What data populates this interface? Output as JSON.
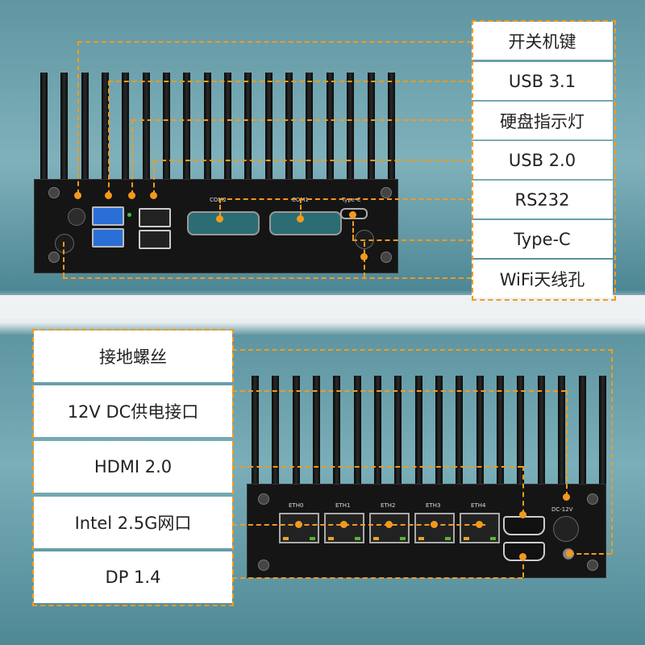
{
  "top_labels": [
    "开关机键",
    "USB 3.1",
    "硬盘指示灯",
    "USB 2.0",
    "RS232",
    "Type-C",
    "WiFi天线孔"
  ],
  "bottom_labels": [
    "接地螺丝",
    "12V DC供电接口",
    "HDMI 2.0",
    "Intel 2.5G网口",
    "DP 1.4"
  ],
  "front_panel": {
    "com_ports": [
      "COM2",
      "COM1"
    ],
    "typec_label": "Type-C"
  },
  "rear_panel": {
    "eth_ports": [
      "ETH0",
      "ETH1",
      "ETH2",
      "ETH3",
      "ETH4"
    ],
    "dc_label": "DC-12V"
  },
  "colors": {
    "accent": "#f29a1e",
    "usb3": "#2a6fd6",
    "com": "#2b6d73"
  }
}
